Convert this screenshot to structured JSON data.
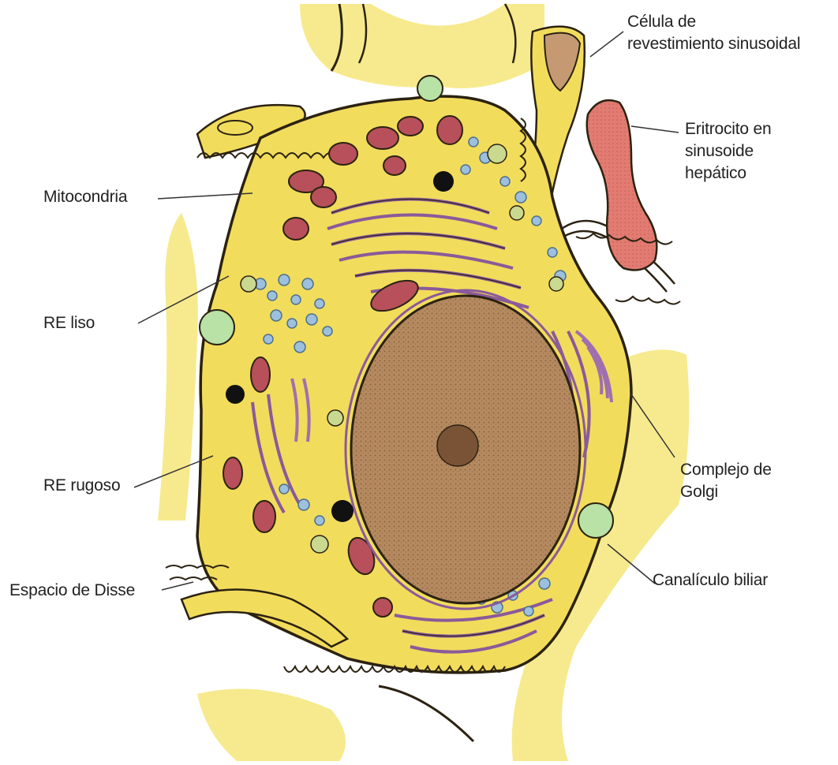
{
  "labels": {
    "endothelial": "Célula de\nrevestimiento sinusoidal",
    "erythrocyte": "Eritrocito en\nsinusoide\nhepático",
    "mitochondria": "Mitocondria",
    "smooth_er": "RE liso",
    "rough_er": "RE rugoso",
    "disse": "Espacio de Disse",
    "golgi": "Complejo de\nGolgi",
    "bile_canaliculus": "Canalículo biliar"
  },
  "colors": {
    "cytoplasm": "#f2dc5c",
    "background_wash": "#f7e98a",
    "outline": "#2b2211",
    "nucleus": "#b0835a",
    "nucleolus": "#7a5337",
    "mitochondria": "#b7505a",
    "rough_er": "#8a5a9a",
    "smooth_er": "#7aa3c8",
    "golgi": "#9f6fb0",
    "canaliculus": "#b9e2a6",
    "erythrocyte": "#e07a70",
    "lipid_droplet": "#111111"
  }
}
